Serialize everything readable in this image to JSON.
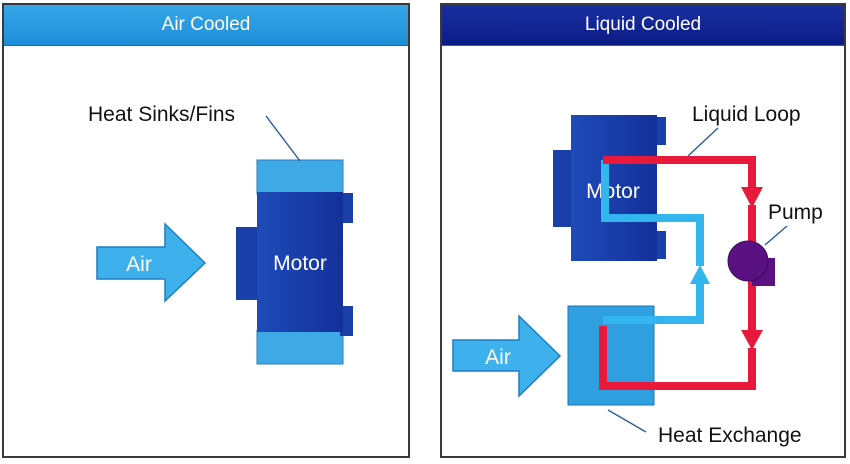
{
  "panels": {
    "air": {
      "title": "Air Cooled",
      "heat_sink_label": "Heat Sinks/Fins",
      "motor_label": "Motor",
      "air_label": "Air"
    },
    "liquid": {
      "title": "Liquid Cooled",
      "loop_label": "Liquid Loop",
      "motor_label": "Motor",
      "pump_label": "Pump",
      "air_label": "Air",
      "exchange_label": "Heat Exchange"
    }
  },
  "colors": {
    "motor": "#1a3fa8",
    "fins": "#3fa9e6",
    "air_arrow": "#3eb1ec",
    "hot_loop": "#e8193a",
    "cold_loop": "#33b5ee",
    "pump": "#5a1283"
  }
}
